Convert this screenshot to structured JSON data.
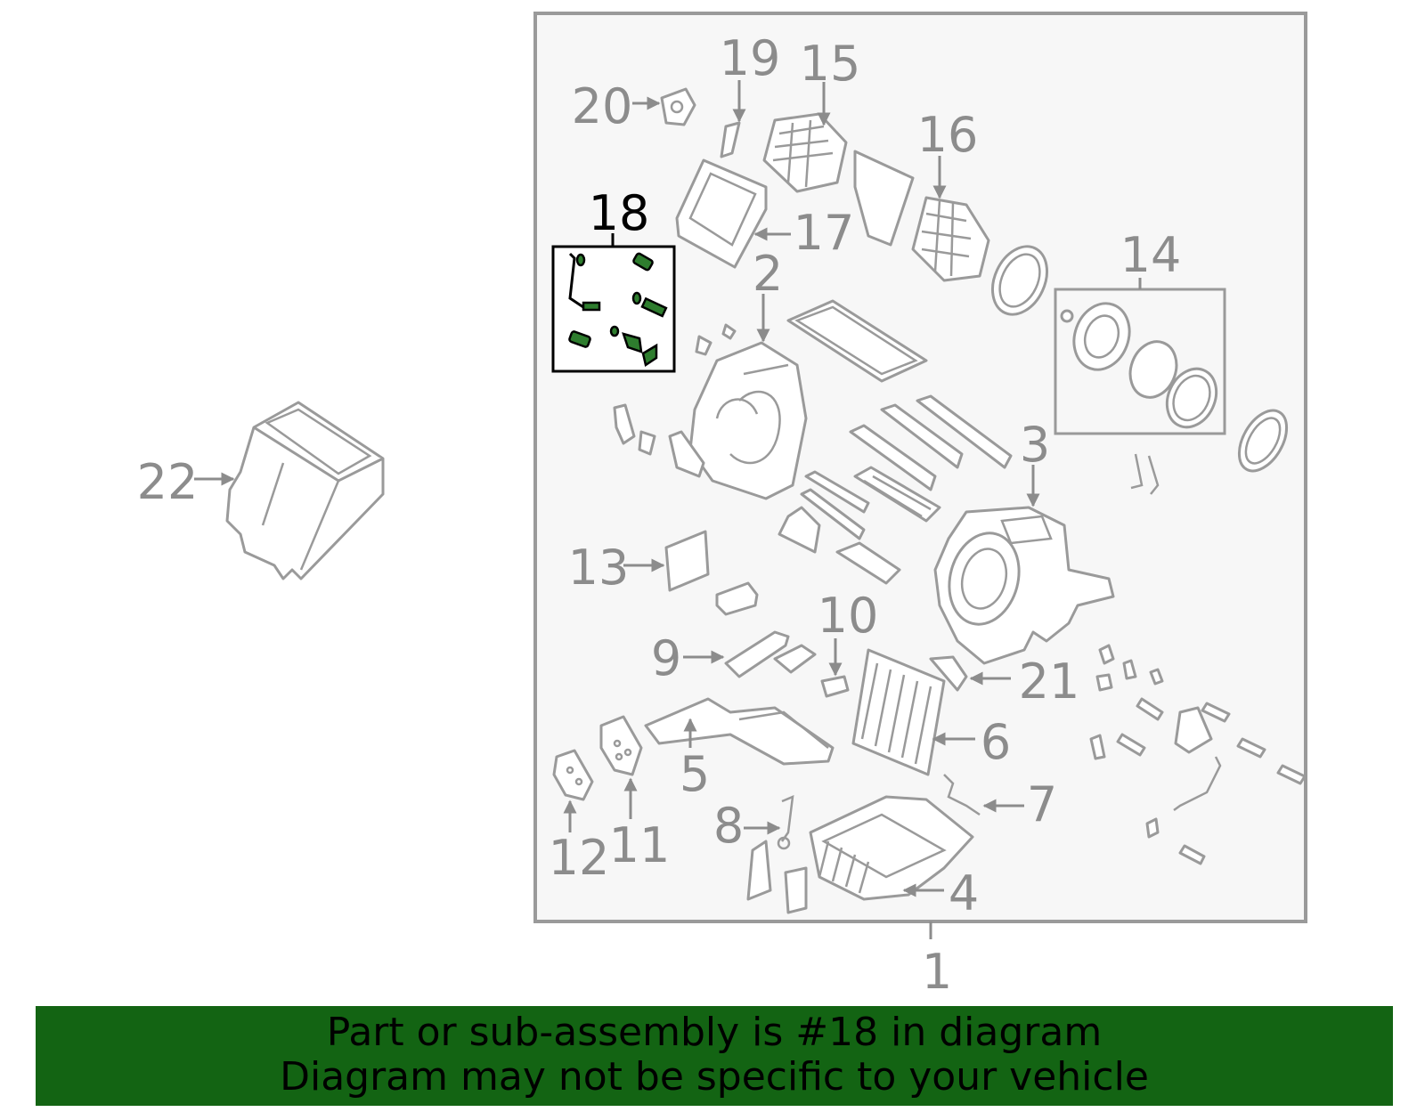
{
  "callouts": [
    "1",
    "2",
    "3",
    "4",
    "5",
    "6",
    "7",
    "8",
    "9",
    "10",
    "11",
    "12",
    "13",
    "14",
    "15",
    "16",
    "17",
    "18",
    "19",
    "20",
    "21",
    "22"
  ],
  "highlighted_callout": "18",
  "footer": {
    "line1": "Part or sub-assembly is #18 in diagram",
    "line2": "Diagram may not be specific to your vehicle"
  },
  "colors": {
    "banner": "#136413",
    "highlight": "#2e7d2e",
    "line": "#9a9a9a"
  }
}
